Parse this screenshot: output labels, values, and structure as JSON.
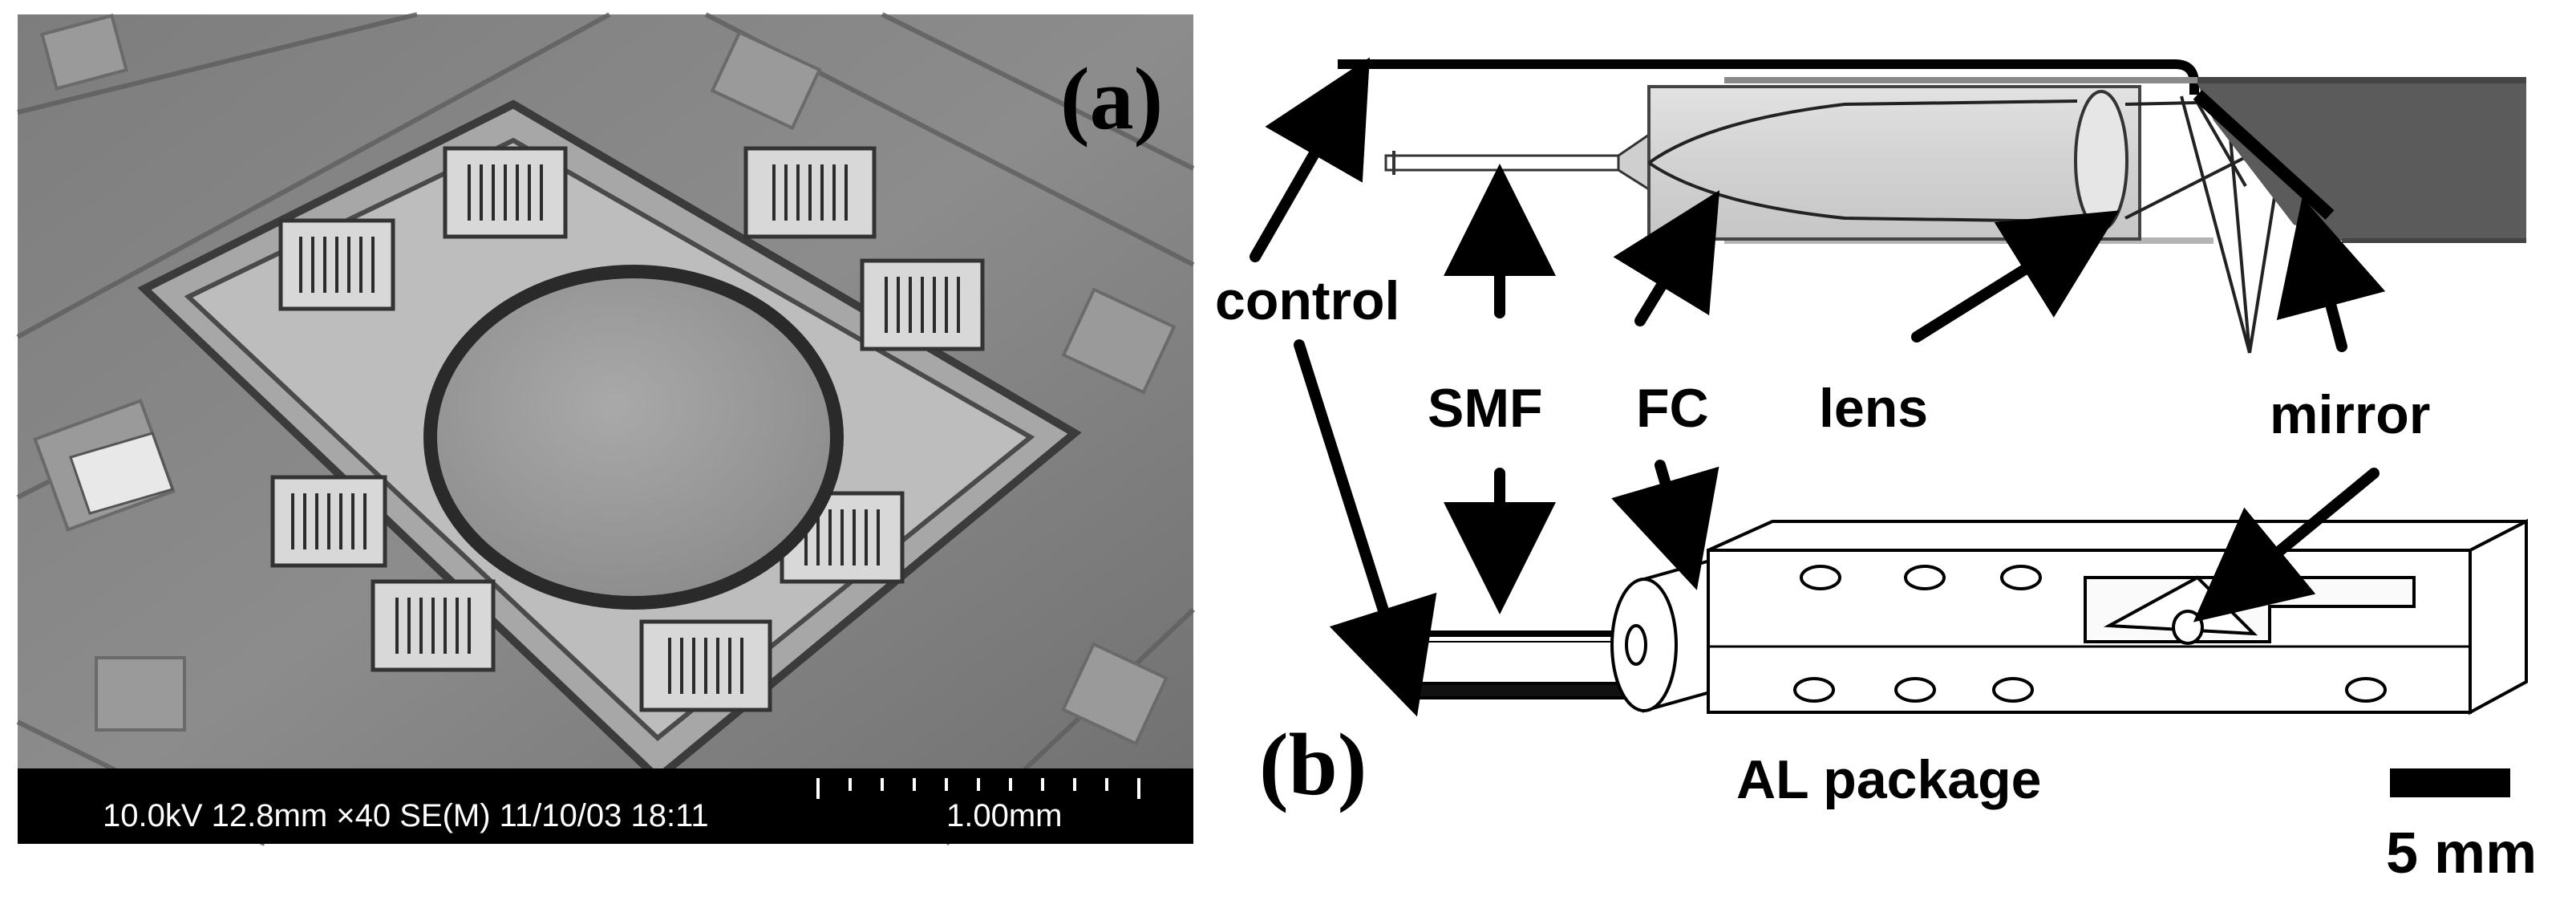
{
  "panel_a": {
    "label": "(a)",
    "sem_info": "10.0kV 12.8mm ×40 SE(M) 11/10/03 18:11",
    "scale_text": "1.00mm"
  },
  "panel_b": {
    "label": "(b)",
    "labels": {
      "control": "control",
      "smf": "SMF",
      "fc": "FC",
      "lens": "lens",
      "mirror": "mirror",
      "package": "AL package"
    },
    "scalebar_text": "5 mm"
  }
}
